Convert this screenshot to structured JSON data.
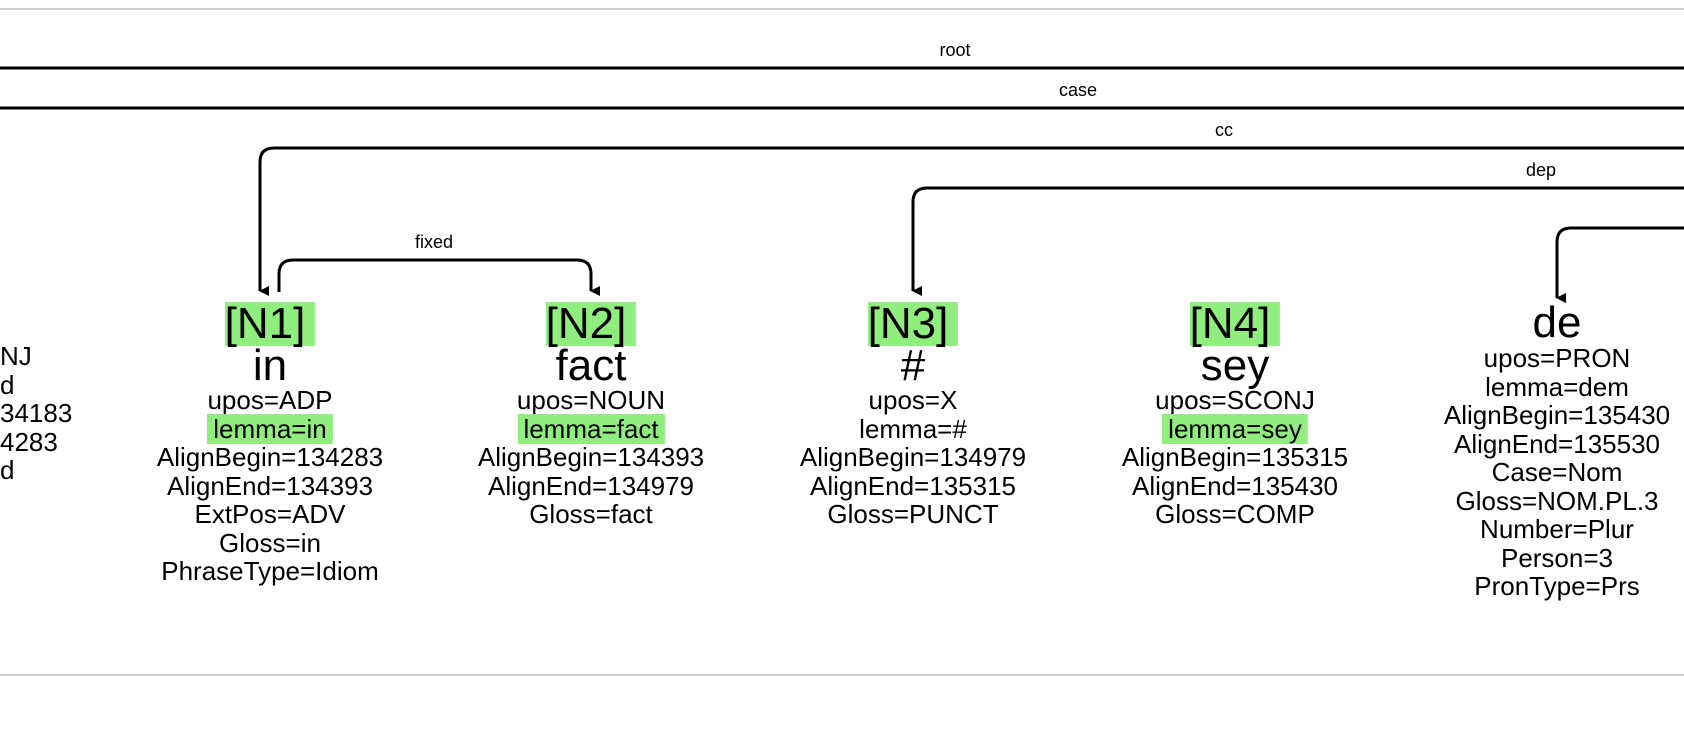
{
  "arcs": [
    {
      "label": "root"
    },
    {
      "label": "case"
    },
    {
      "label": "cc"
    },
    {
      "label": "dep"
    },
    {
      "label": "fixed"
    },
    {
      "label": ""
    }
  ],
  "partial_token": {
    "lines": [
      "NJ",
      "d",
      "34183",
      "4283",
      "d"
    ]
  },
  "tokens": [
    {
      "id": "[N1]",
      "form": "in",
      "features": [
        "upos=ADP",
        "lemma=in",
        "AlignBegin=134283",
        "AlignEnd=134393",
        "ExtPos=ADV",
        "Gloss=in",
        "PhraseType=Idiom"
      ],
      "highlighted_feature": 1
    },
    {
      "id": "[N2]",
      "form": "fact",
      "features": [
        "upos=NOUN",
        "lemma=fact",
        "AlignBegin=134393",
        "AlignEnd=134979",
        "Gloss=fact"
      ],
      "highlighted_feature": 1
    },
    {
      "id": "[N3]",
      "form": "#",
      "features": [
        "upos=X",
        "lemma=#",
        "AlignBegin=134979",
        "AlignEnd=135315",
        "Gloss=PUNCT"
      ],
      "highlighted_feature": -1
    },
    {
      "id": "[N4]",
      "form": "sey",
      "features": [
        "upos=SCONJ",
        "lemma=sey",
        "AlignBegin=135315",
        "AlignEnd=135430",
        "Gloss=COMP"
      ],
      "highlighted_feature": 1
    },
    {
      "id": "",
      "form": "de",
      "features": [
        "upos=PRON",
        "lemma=dem",
        "AlignBegin=135430",
        "AlignEnd=135530",
        "Case=Nom",
        "Gloss=NOM.PL.3",
        "Number=Plur",
        "Person=3",
        "PronType=Prs"
      ],
      "highlighted_feature": -1
    }
  ],
  "colors": {
    "highlight": "#90ee7e",
    "border": "#cfcfcf",
    "ink": "#000000"
  }
}
